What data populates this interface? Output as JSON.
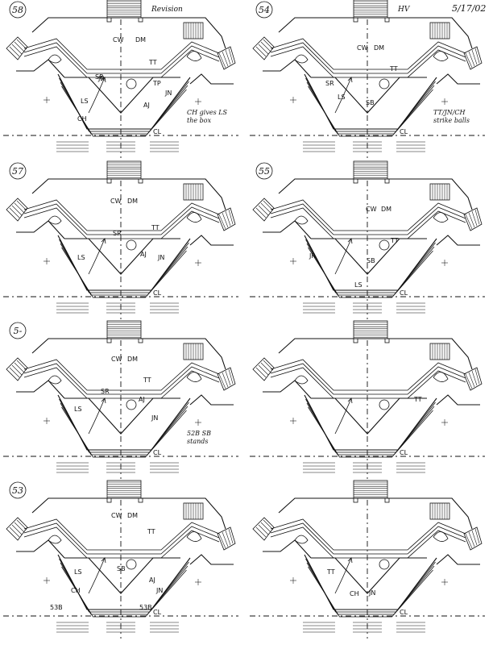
{
  "header": {
    "date": "5/17/02"
  },
  "panels": [
    {
      "number": "58",
      "note": "Revision",
      "annotations": [
        "CW",
        "DM",
        "SR",
        "TT",
        "TP",
        "JR",
        "LS",
        "AJ",
        "JN",
        "CH"
      ],
      "side_note": "CH gives LS the box"
    },
    {
      "number": "54",
      "note": "HV",
      "annotations": [
        "CW",
        "DM",
        "SR",
        "TT",
        "LS",
        "SB"
      ],
      "side_note": "TT/JN/CH strike balls"
    },
    {
      "number": "57",
      "note": "",
      "annotations": [
        "CW",
        "DM",
        "SR",
        "TT",
        "LS",
        "AJ",
        "JN"
      ],
      "side_note": ""
    },
    {
      "number": "55",
      "note": "",
      "annotations": [
        "CW",
        "DM",
        "TT",
        "JR",
        "SB",
        "LS"
      ],
      "side_note": ""
    },
    {
      "number": "5-",
      "note": "",
      "annotations": [
        "CW",
        "DM",
        "TT",
        "SR",
        "LS",
        "AJ",
        "JN"
      ],
      "side_note": "52B SB stands"
    },
    {
      "number": "",
      "note": "",
      "annotations": [
        "TT"
      ],
      "side_note": ""
    },
    {
      "number": "53",
      "note": "",
      "annotations": [
        "CW",
        "DM",
        "TT",
        "LS",
        "SB",
        "AJ",
        "CH",
        "JN",
        "53B",
        "53B"
      ],
      "side_note": ""
    },
    {
      "number": "",
      "note": "",
      "annotations": [
        "TT",
        "CH",
        "JN"
      ],
      "side_note": ""
    }
  ],
  "centerline_label": "CL",
  "colors": {
    "ink": "#111111",
    "paper": "#ffffff"
  }
}
